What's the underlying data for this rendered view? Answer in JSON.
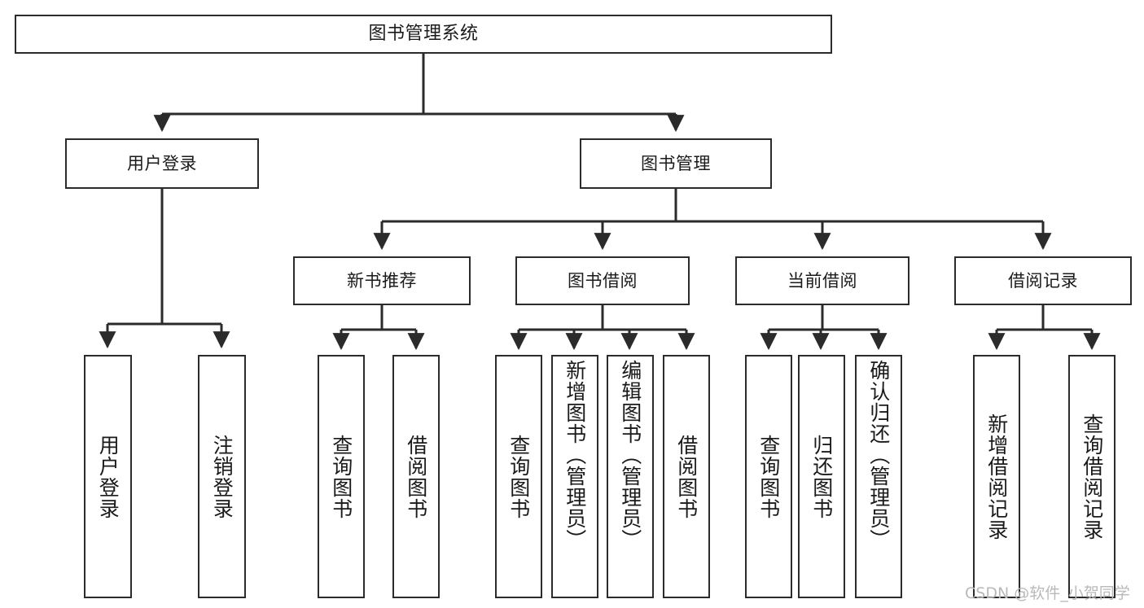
{
  "diagram": {
    "title": "图书管理系统",
    "type": "hierarchy-tree",
    "root": {
      "id": "root",
      "label": "图书管理系统"
    },
    "level2": [
      {
        "id": "user-login",
        "label": "用户登录"
      },
      {
        "id": "book-management",
        "label": "图书管理"
      }
    ],
    "level3": [
      {
        "id": "new-book-recommend",
        "label": "新书推荐",
        "parent": "book-management"
      },
      {
        "id": "book-borrow",
        "label": "图书借阅",
        "parent": "book-management"
      },
      {
        "id": "current-borrow",
        "label": "当前借阅",
        "parent": "book-management"
      },
      {
        "id": "borrow-record",
        "label": "借阅记录",
        "parent": "book-management"
      }
    ],
    "leaves": [
      {
        "id": "leaf-user-login",
        "label": "用户登录",
        "parent": "user-login"
      },
      {
        "id": "leaf-logout-login",
        "label": "注销登录",
        "parent": "user-login"
      },
      {
        "id": "leaf-query-book-1",
        "label": "查询图书",
        "parent": "new-book-recommend"
      },
      {
        "id": "leaf-borrow-book-1",
        "label": "借阅图书",
        "parent": "new-book-recommend"
      },
      {
        "id": "leaf-query-book-2",
        "label": "查询图书",
        "parent": "book-borrow"
      },
      {
        "id": "leaf-add-book",
        "label": "新增图书（管理员）",
        "parent": "book-borrow"
      },
      {
        "id": "leaf-edit-book",
        "label": "编辑图书（管理员）",
        "parent": "book-borrow"
      },
      {
        "id": "leaf-borrow-book-2",
        "label": "借阅图书",
        "parent": "book-borrow"
      },
      {
        "id": "leaf-query-book-3",
        "label": "查询图书",
        "parent": "current-borrow"
      },
      {
        "id": "leaf-return-book",
        "label": "归还图书",
        "parent": "current-borrow"
      },
      {
        "id": "leaf-confirm-return",
        "label": "确认归还（管理员）",
        "parent": "current-borrow"
      },
      {
        "id": "leaf-add-record",
        "label": "新增借阅记录",
        "parent": "borrow-record"
      },
      {
        "id": "leaf-query-record",
        "label": "查询借阅记录",
        "parent": "borrow-record"
      }
    ],
    "watermark": "CSDN @软件_小贺同学",
    "colors": {
      "border": "#2b2b2b",
      "text": "#1a1a1a",
      "background": "#ffffff",
      "watermark": "#b9b9b9"
    }
  }
}
